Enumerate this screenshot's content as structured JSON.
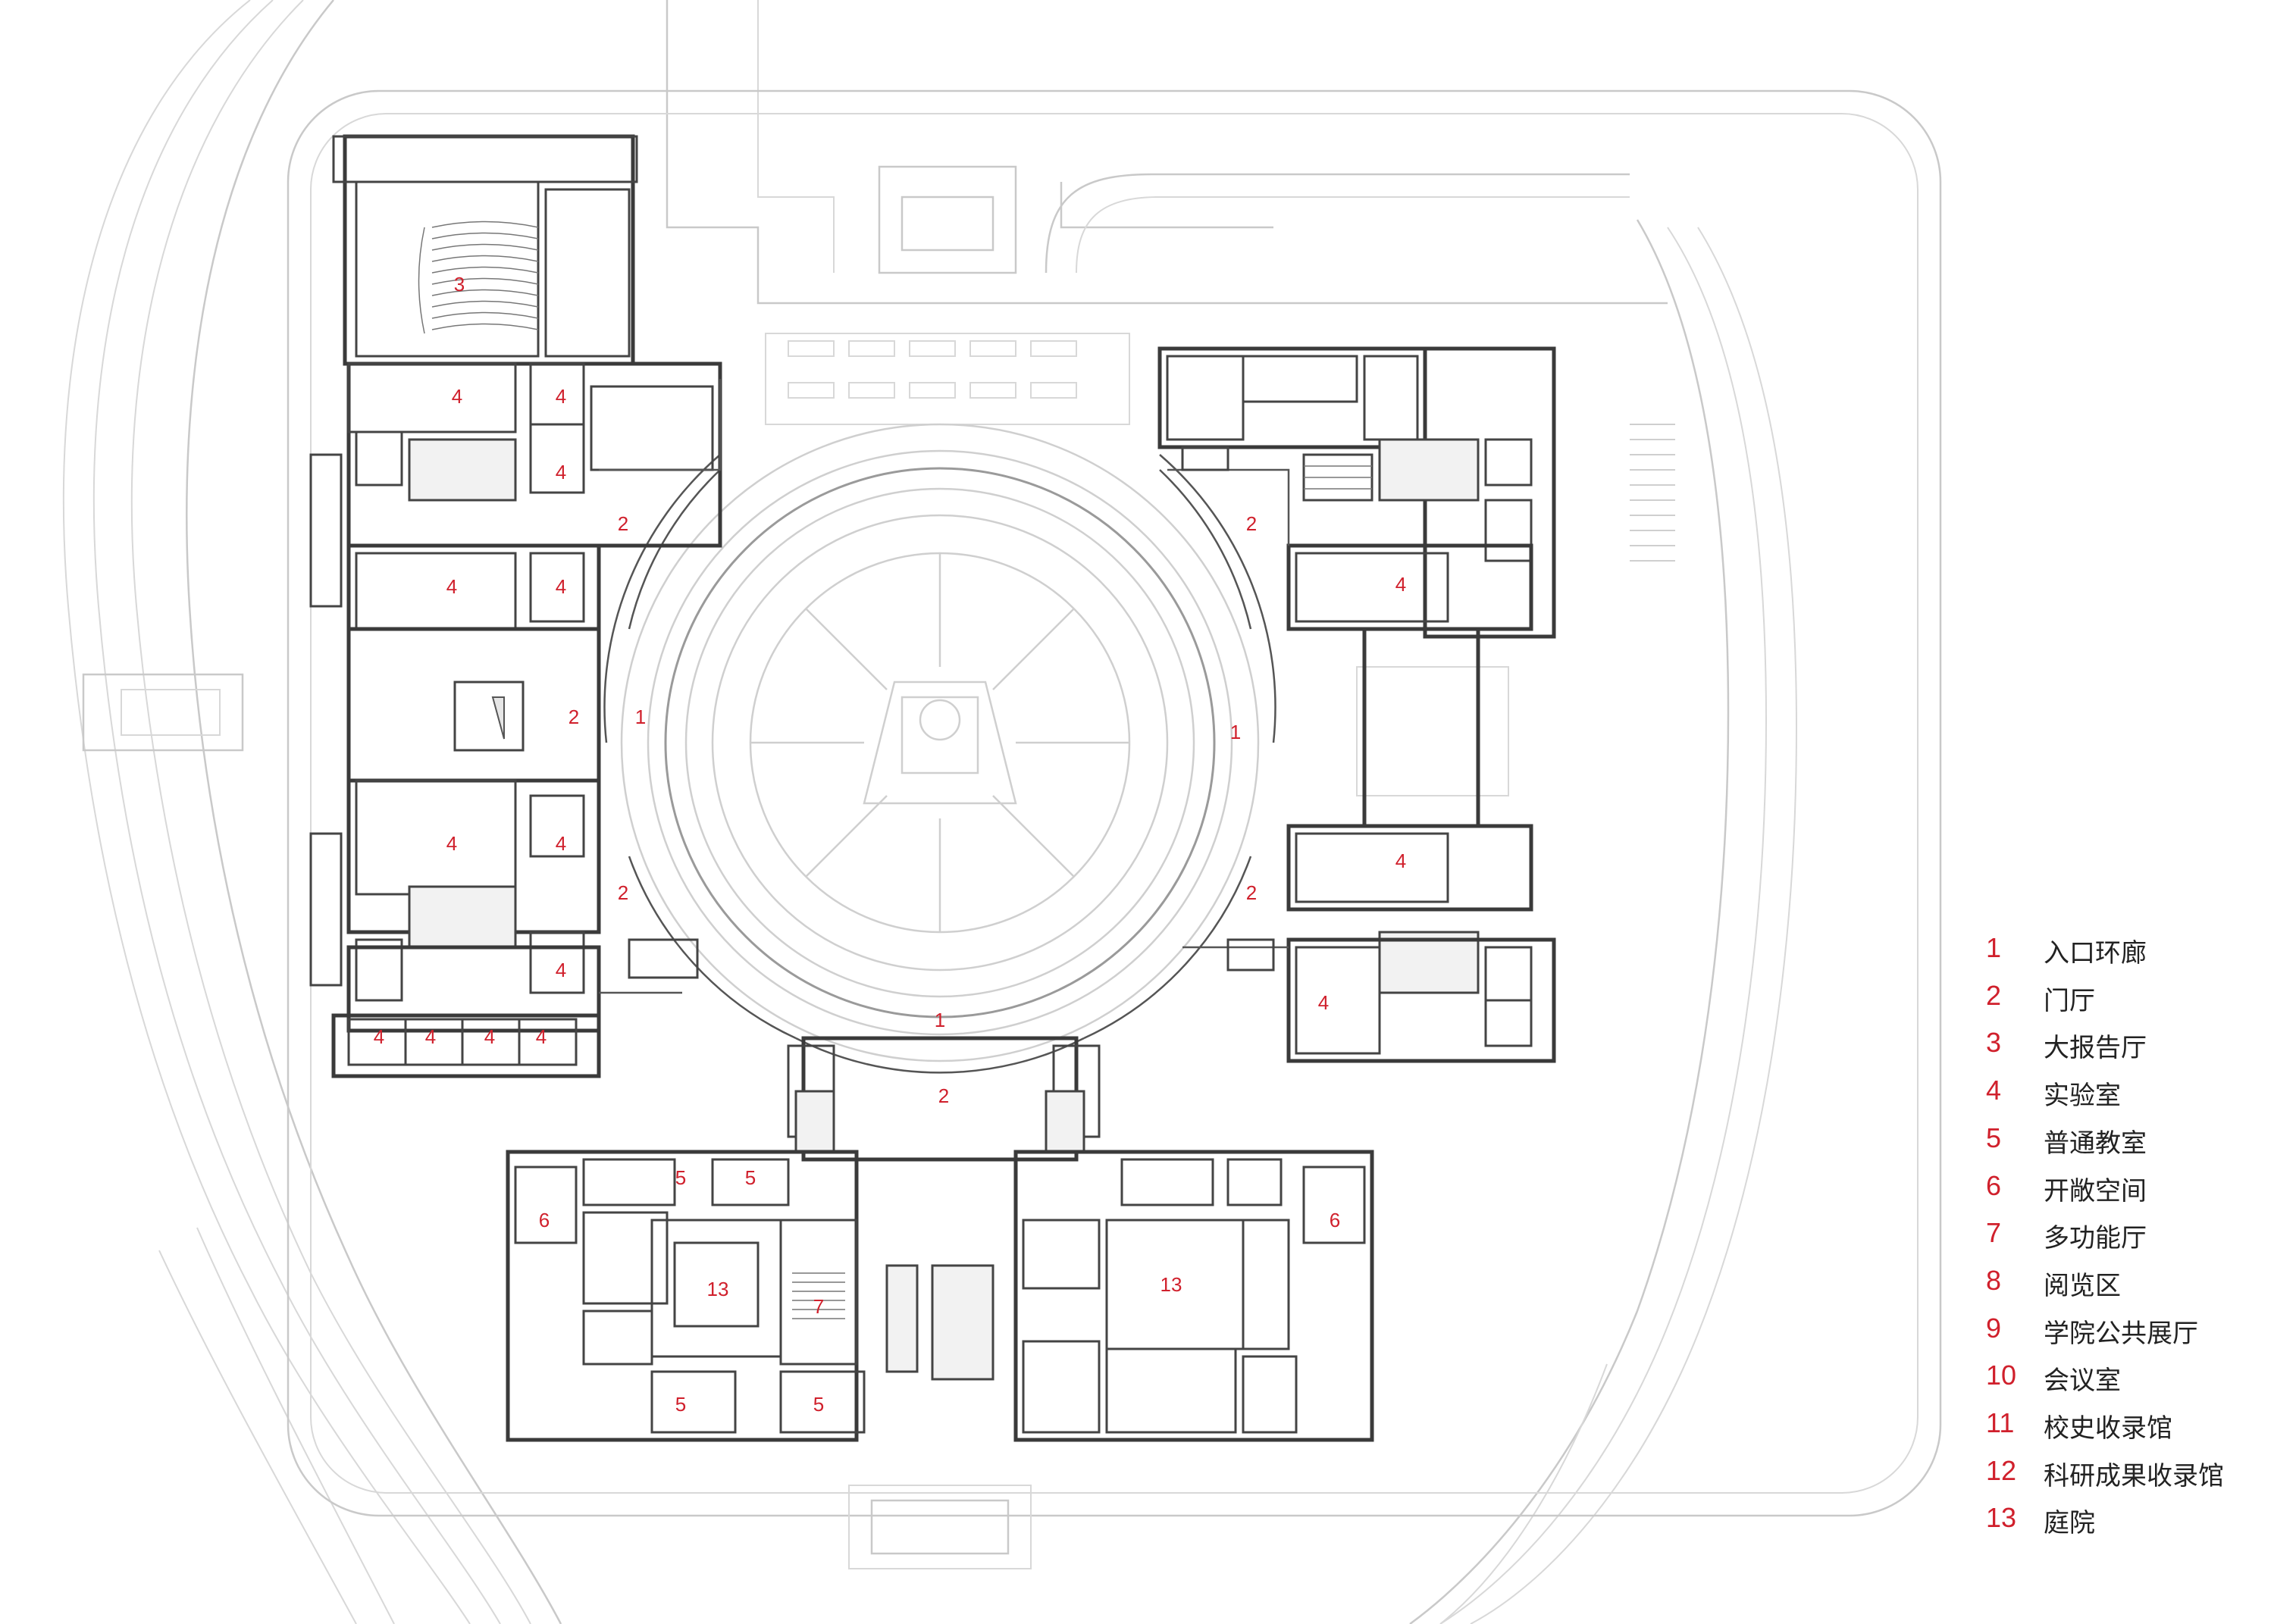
{
  "plan": {
    "room_labels": {
      "ring_corridor": "1",
      "lobby": "2",
      "auditorium": "3",
      "laboratory": "4",
      "classroom": "5",
      "open_space": "6",
      "multipurpose_hall": "7",
      "courtyard": "13"
    }
  },
  "legend": {
    "items": [
      {
        "num": "1",
        "text": "入口环廊"
      },
      {
        "num": "2",
        "text": "门厅"
      },
      {
        "num": "3",
        "text": "大报告厅"
      },
      {
        "num": "4",
        "text": "实验室"
      },
      {
        "num": "5",
        "text": "普通教室"
      },
      {
        "num": "6",
        "text": "开敞空间"
      },
      {
        "num": "7",
        "text": "多功能厅"
      },
      {
        "num": "8",
        "text": "阅览区"
      },
      {
        "num": "9",
        "text": "学院公共展厅"
      },
      {
        "num": "10",
        "text": "会议室"
      },
      {
        "num": "11",
        "text": "校史收录馆"
      },
      {
        "num": "12",
        "text": "科研成果收录馆"
      },
      {
        "num": "13",
        "text": "庭院"
      }
    ]
  },
  "colors": {
    "label_red": "#d0202c",
    "wall": "#3a3a3a",
    "site_line": "#c9c9c9"
  }
}
